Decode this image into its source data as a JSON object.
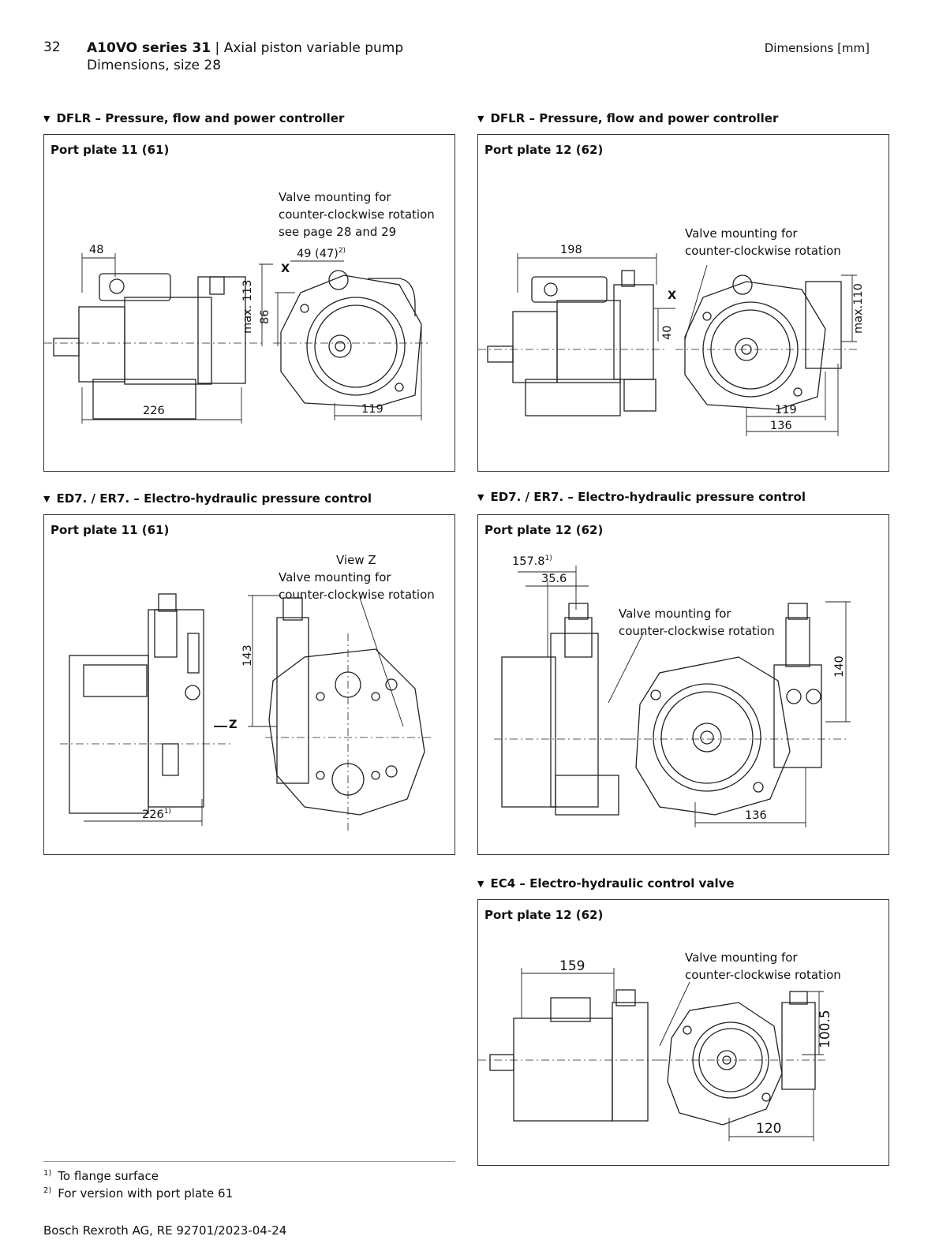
{
  "header": {
    "page_number": "32",
    "series": "A10VO series 31",
    "separator": " | ",
    "title": "Axial piston variable pump",
    "subtitle": "Dimensions, size 28",
    "right": "Dimensions [mm]"
  },
  "sections": [
    {
      "heading": "DFLR – Pressure, flow and power controller",
      "port_plate": "Port plate 11 (61)",
      "notes": [
        "Valve mounting for",
        "counter-clockwise rotation",
        "see page 28 and 29"
      ],
      "dims": {
        "d48": "48",
        "d49": "49 (47)",
        "d49_sup": "2)",
        "x": "X",
        "max113": "max. 113",
        "d86": "86",
        "d226": "226",
        "d119": "119"
      }
    },
    {
      "heading": "DFLR – Pressure, flow and power controller",
      "port_plate": "Port plate 12 (62)",
      "notes": [
        "Valve mounting for",
        "counter-clockwise rotation"
      ],
      "dims": {
        "d198": "198",
        "x": "X",
        "d40": "40",
        "max110": "max.110",
        "d119": "119",
        "d136": "136"
      }
    },
    {
      "heading": "ED7. / ER7. – Electro-hydraulic pressure control",
      "port_plate": "Port plate 11 (61)",
      "view": "View Z",
      "notes": [
        "Valve mounting for",
        "counter-clockwise rotation"
      ],
      "dims": {
        "d143": "143",
        "z": "Z",
        "d226": "226",
        "d226_sup": "1)"
      }
    },
    {
      "heading": "ED7. / ER7. – Electro-hydraulic pressure control",
      "port_plate": "Port plate 12 (62)",
      "notes": [
        "Valve mounting for",
        "counter-clockwise rotation"
      ],
      "dims": {
        "d157": "157.8",
        "d157_sup": "1)",
        "d35": "35.6",
        "d140": "140",
        "d136": "136"
      }
    },
    {
      "heading": "EC4 – Electro-hydraulic control valve",
      "port_plate": "Port plate 12 (62)",
      "notes": [
        "Valve mounting for",
        "counter-clockwise rotation"
      ],
      "dims": {
        "d159": "159",
        "d100": "100.5",
        "d120": "120"
      }
    }
  ],
  "footnotes": [
    {
      "mark": "1)",
      "text": "To flange surface"
    },
    {
      "mark": "2)",
      "text": "For version with port plate 61"
    }
  ],
  "footer": "Bosch Rexroth AG, RE 92701/2023-04-24"
}
